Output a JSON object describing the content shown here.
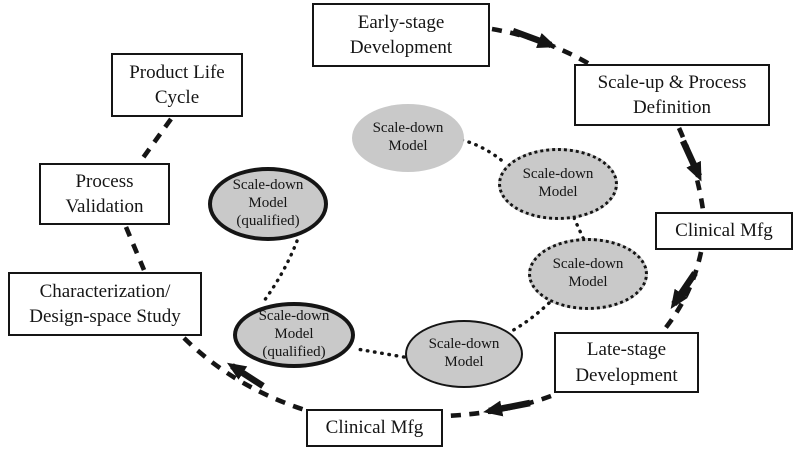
{
  "figure": {
    "type": "cycle-diagram",
    "description": "Product life cycle stages (outer dashed cycle) paired with scale-down models (inner dotted cycle)"
  },
  "outer_cycle": {
    "boxes": [
      {
        "id": "early-stage-development",
        "label": "Early-stage\nDevelopment"
      },
      {
        "id": "scale-up-process-definition",
        "label": "Scale-up & Process\nDefinition"
      },
      {
        "id": "clinical-mfg-right",
        "label": "Clinical Mfg"
      },
      {
        "id": "late-stage-development",
        "label": "Late-stage\nDevelopment"
      },
      {
        "id": "clinical-mfg-bottom",
        "label": "Clinical Mfg"
      },
      {
        "id": "characterization-design-space-study",
        "label": "Characterization/\nDesign-space Study"
      },
      {
        "id": "process-validation",
        "label": "Process\nValidation"
      },
      {
        "id": "product-life-cycle",
        "label": "Product Life\nCycle"
      }
    ]
  },
  "inner_cycle": {
    "ellipses": [
      {
        "id": "scale-down-model-top",
        "label": "Scale-down\nModel",
        "border": "none"
      },
      {
        "id": "scale-down-model-right",
        "label": "Scale-down\nModel",
        "border": "dotted"
      },
      {
        "id": "scale-down-model-lower-right",
        "label": "Scale-down\nModel",
        "border": "dotted"
      },
      {
        "id": "scale-down-model-bottom",
        "label": "Scale-down\nModel",
        "border": "solid"
      },
      {
        "id": "scale-down-model-qualified-lower",
        "label": "Scale-down\nModel\n(qualified)",
        "border": "solid-thick"
      },
      {
        "id": "scale-down-model-qualified-upper",
        "label": "Scale-down\nModel\n(qualified)",
        "border": "solid-thick"
      }
    ]
  },
  "colors": {
    "line": "#151515",
    "text": "#151515",
    "ellipse_fill": "#c9c9c9",
    "box_fill": "#ffffff",
    "background": "#ffffff"
  }
}
